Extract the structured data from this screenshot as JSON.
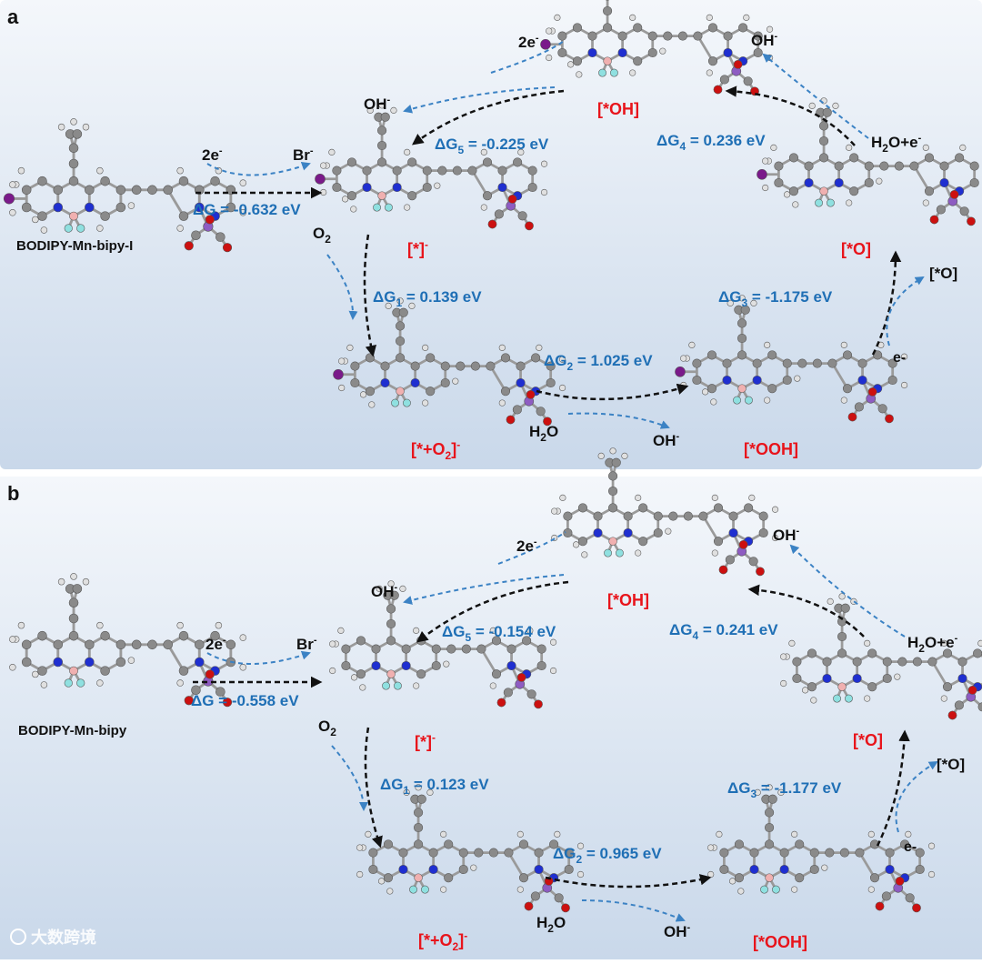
{
  "panels": [
    {
      "letter": "a",
      "start_label": "BODIPY-Mn-bipy-I",
      "initial": {
        "electrons": "2e",
        "electrons_sup": "-",
        "leaving": "Br",
        "leaving_sup": "-",
        "dg_prefix": "ΔG",
        "dg_value": " = -0.632 eV"
      },
      "states": {
        "star": {
          "main": "[*]",
          "sup": "-"
        },
        "o2_adduct": {
          "main": "[*+O",
          "sub": "2",
          "end": "]",
          "sup": "-"
        },
        "ooh": "[*OOH]",
        "o": "[*O]",
        "oh": "[*OH]"
      },
      "steps": {
        "g1": {
          "pre": "ΔG",
          "sub": "1",
          "val": " = 0.139 eV"
        },
        "g2": {
          "pre": "ΔG",
          "sub": "2",
          "val": " = 1.025 eV"
        },
        "g3": {
          "pre": "ΔG",
          "sub": "3",
          "val": " = -1.175 eV"
        },
        "g4": {
          "pre": "ΔG",
          "sub": "4",
          "val": " = 0.236 eV"
        },
        "g5": {
          "pre": "ΔG",
          "sub": "5",
          "val": " = -0.225 eV"
        }
      },
      "species": {
        "o2": {
          "main": "O",
          "sub": "2"
        },
        "h2o": {
          "main": "H",
          "sub": "2",
          "end": "O"
        },
        "oh_minus": {
          "main": "OH",
          "sup": "-"
        },
        "o_side": "[*O]",
        "e_minus": "e-",
        "h2o_e": {
          "main": "H",
          "sub": "2",
          "end": "O+e",
          "sup": "-"
        },
        "oh_top": {
          "main": "OH",
          "sup": "-"
        },
        "two_e": {
          "main": "2e",
          "sup": "-"
        },
        "oh_left": {
          "main": "OH",
          "sup": "-"
        }
      }
    },
    {
      "letter": "b",
      "start_label": "BODIPY-Mn-bipy",
      "initial": {
        "electrons": "2e",
        "electrons_sup": "-",
        "leaving": "Br",
        "leaving_sup": "-",
        "dg_prefix": "ΔG",
        "dg_value": " = -0.558 eV"
      },
      "states": {
        "star": {
          "main": "[*]",
          "sup": "-"
        },
        "o2_adduct": {
          "main": "[*+O",
          "sub": "2",
          "end": "]",
          "sup": "-"
        },
        "ooh": "[*OOH]",
        "o": "[*O]",
        "oh": "[*OH]"
      },
      "steps": {
        "g1": {
          "pre": "ΔG",
          "sub": "1",
          "val": " = 0.123 eV"
        },
        "g2": {
          "pre": "ΔG",
          "sub": "2",
          "val": " = 0.965 eV"
        },
        "g3": {
          "pre": "ΔG",
          "sub": "3",
          "val": " = -1.177 eV"
        },
        "g4": {
          "pre": "ΔG",
          "sub": "4",
          "val": " = 0.241 eV"
        },
        "g5": {
          "pre": "ΔG",
          "sub": "5",
          "val": " = -0.154 eV"
        }
      },
      "species": {
        "o2": {
          "main": "O",
          "sub": "2"
        },
        "h2o": {
          "main": "H",
          "sub": "2",
          "end": "O"
        },
        "oh_minus": {
          "main": "OH",
          "sup": "-"
        },
        "o_side": "[*O]",
        "e_minus": "e-",
        "h2o_e": {
          "main": "H",
          "sub": "2",
          "end": "O+e",
          "sup": "-"
        },
        "oh_top": {
          "main": "OH",
          "sup": "-"
        },
        "two_e": {
          "main": "2e",
          "sup": "-"
        },
        "oh_left": {
          "main": "OH",
          "sup": "-"
        }
      }
    }
  ],
  "watermark": "大数跨境",
  "colors": {
    "panel_bg_top": "#f4f7fb",
    "panel_bg_bottom": "#c9d8ea",
    "energy_text": "#1f6fb5",
    "state_text": "#e8141b",
    "black_arrow": "#111111",
    "blue_arrow": "#3b82c4",
    "carbon": "#8a8a8a",
    "hydrogen": "#e0e0e0",
    "nitrogen": "#1f2fd0",
    "oxygen": "#cc1010",
    "manganese": "#8e5cc2",
    "iodine": "#7a1a8a",
    "fluorine": "#8fe0e0",
    "boron": "#f0b0b0"
  }
}
